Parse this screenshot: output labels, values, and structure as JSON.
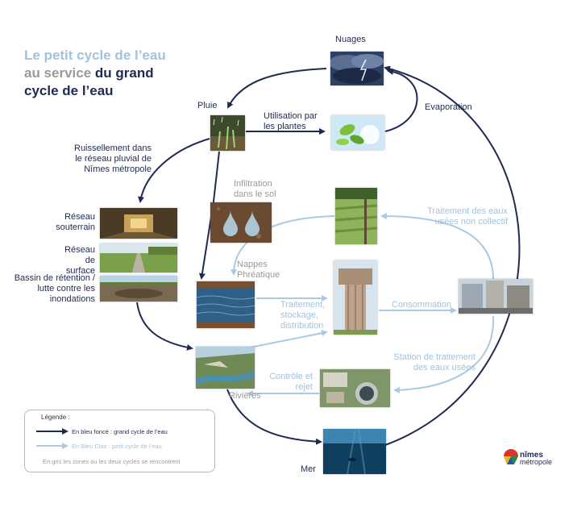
{
  "title": {
    "line1": "Le petit cycle de l’eau",
    "line2a": "au service",
    "line2b": " du grand",
    "line3": "cycle de l’eau"
  },
  "labels": {
    "nuages": "Nuages",
    "pluie": "Pluie",
    "utilisation": "Utilisation par les plantes",
    "evaporation": "Evaporation",
    "ruissellement": "Ruissellement dans le réseau pluvial de Nîmes métropole",
    "infiltration": "Infiltration dans le sol",
    "reseau_souterrain": "Réseau souterrain",
    "reseau_surface": "Réseau de surface",
    "bassin": "Bassin de rétention / lutte contre les inondations",
    "nappes": "Nappes Phréatique",
    "traitement_stockage": "Traitement, stockage, distribution",
    "consommation": "Consommation",
    "traitement_non_collectif": "Traitement des eaux usées non collectif",
    "station": "Station de traitement des eaux usées",
    "controle": "Contrôle et rejet",
    "rivieres": "Rivières",
    "mer": "Mer"
  },
  "legend": {
    "title": "Légende :",
    "dark": "En bleu foncé : grand cycle de l’eau",
    "light": "En Bleu Clair : petit cycle de l’eau",
    "grey": "En gris les zones ou les deux cycles se rencontrent"
  },
  "logo": {
    "line1": "nîmes",
    "line2": "métropole"
  },
  "colors": {
    "dark_blue": "#1f2a52",
    "light_blue": "#9fc3e0",
    "grey": "#9a9a9a"
  }
}
